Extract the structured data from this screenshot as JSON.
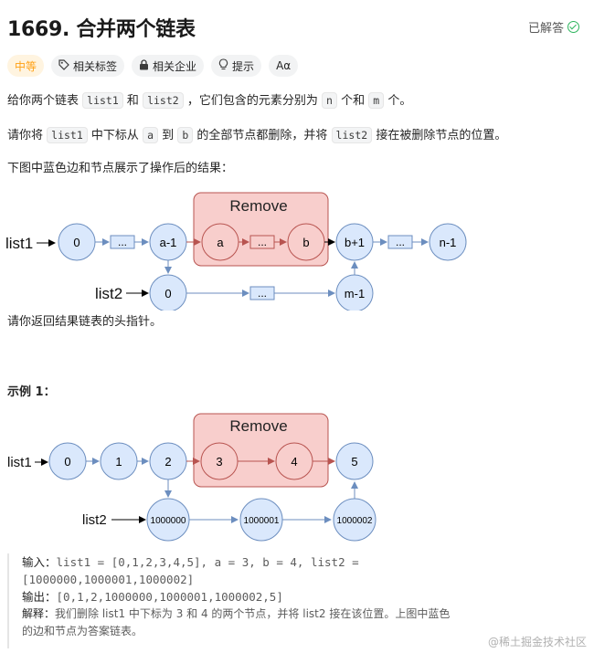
{
  "header": {
    "title": "1669. 合并两个链表",
    "solved_label": "已解答"
  },
  "tags": {
    "difficulty": "中等",
    "related_tags": "相关标签",
    "related_companies": "相关企业",
    "hint": "提示",
    "font_toggle": "Aα"
  },
  "description": {
    "p1": {
      "a": "给你两个链表",
      "c1": "list1",
      "b": "和",
      "c2": "list2",
      "c": "，它们包含的元素分别为",
      "c3": "n",
      "d": "个和",
      "c4": "m",
      "e": "个。"
    },
    "p2": {
      "a": "请你将",
      "c1": "list1",
      "b": "中下标从",
      "c2": "a",
      "c": "到",
      "c3": "b",
      "d": "的全部节点都删除，并将",
      "c4": "list2",
      "e": "接在被删除节点的位置。"
    },
    "p3": "下图中蓝色边和节点展示了操作后的结果：",
    "p4": "请你返回结果链表的头指针。"
  },
  "diagram1": {
    "remove_label": "Remove",
    "list1_label": "list1",
    "list2_label": "list2",
    "nodes_list1": [
      "0",
      "...",
      "a-1",
      "a",
      "...",
      "b",
      "b+1",
      "...",
      "n-1"
    ],
    "nodes_list2": [
      "0",
      "...",
      "m-1"
    ]
  },
  "example": {
    "title": "示例 1：",
    "input_label": "输入：",
    "input_value": "list1 = [0,1,2,3,4,5], a = 3, b = 4, list2 =",
    "input_value2": "[1000000,1000001,1000002]",
    "output_label": "输出：",
    "output_value": "[0,1,2,1000000,1000001,1000002,5]",
    "explain_label": "解释：",
    "explain_text1": "我们删除 list1 中下标为 3 和 4 的两个节点，并将 list2 接在该位置。上图中蓝色",
    "explain_text2": "的边和节点为答案链表。"
  },
  "diagram2": {
    "remove_label": "Remove",
    "list1_label": "list1",
    "list2_label": "list2",
    "nodes_list1": [
      "0",
      "1",
      "2",
      "3",
      "4",
      "5"
    ],
    "nodes_list2": [
      "1000000",
      "1000001",
      "1000002"
    ]
  },
  "watermark": "@稀土掘金技术社区",
  "colors": {
    "node_fill": "#dae8fc",
    "node_stroke": "#6c8ebf",
    "remove_fill": "#f8cecc",
    "remove_stroke": "#b85450",
    "difficulty": "#ffa116",
    "solved": "#2db55d"
  }
}
